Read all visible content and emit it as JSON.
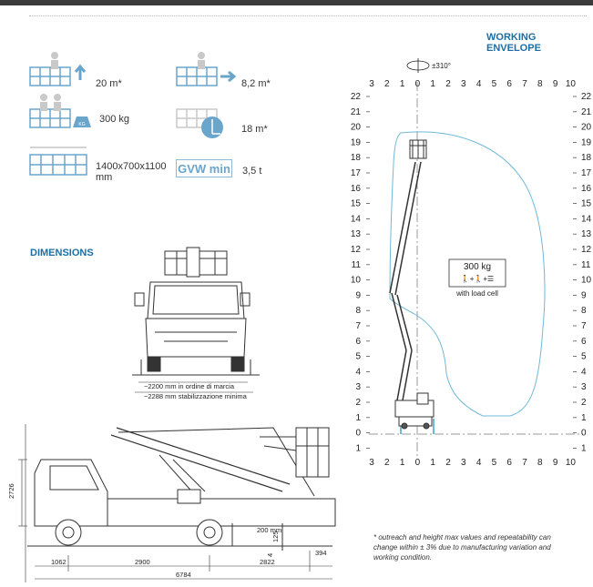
{
  "header": {
    "envelope_title": "WORKING ENVELOPE",
    "dimensions_title": "DIMENSIONS"
  },
  "specs": {
    "height": "20 m*",
    "outreach": "8,2 m*",
    "load": "300 kg",
    "outreach_max_load": "18 m*",
    "basket_size": "1400x700x1100 mm",
    "gvw_label": "GVW min",
    "gvw_value": "3,5 t",
    "load_icon_text": "KG"
  },
  "envelope": {
    "rotation": "±310°",
    "x_ticks_left": [
      "3",
      "2",
      "1",
      "0",
      "1",
      "2",
      "3",
      "4",
      "5",
      "6",
      "7",
      "8",
      "9",
      "10"
    ],
    "y_ticks": [
      "22",
      "21",
      "20",
      "19",
      "18",
      "17",
      "16",
      "15",
      "14",
      "13",
      "12",
      "11",
      "10",
      "9",
      "8",
      "7",
      "6",
      "5",
      "4",
      "3",
      "2",
      "1",
      "0",
      "1"
    ],
    "load_box": "300 kg",
    "load_box_sub": "with load cell"
  },
  "front_view": {
    "width_travel": "~2200 mm in ordine di marcia",
    "width_stab": "~2288 mm stabilizzazione minima"
  },
  "side_view": {
    "height_dim": "2726",
    "dims_bottom": [
      "1062",
      "2900",
      "2822",
      "394"
    ],
    "total_length": "6784",
    "outrigger": "200 mm",
    "dim_small_a": "125",
    "dim_small_b": "4"
  },
  "footnote": "* outreach and height max values and repeatability can change within ± 3% due to manufacturing variation and working condition.",
  "colors": {
    "accent": "#1d6fa3",
    "envelope": "#6fb9d8",
    "icon": "#6aa5cc"
  }
}
